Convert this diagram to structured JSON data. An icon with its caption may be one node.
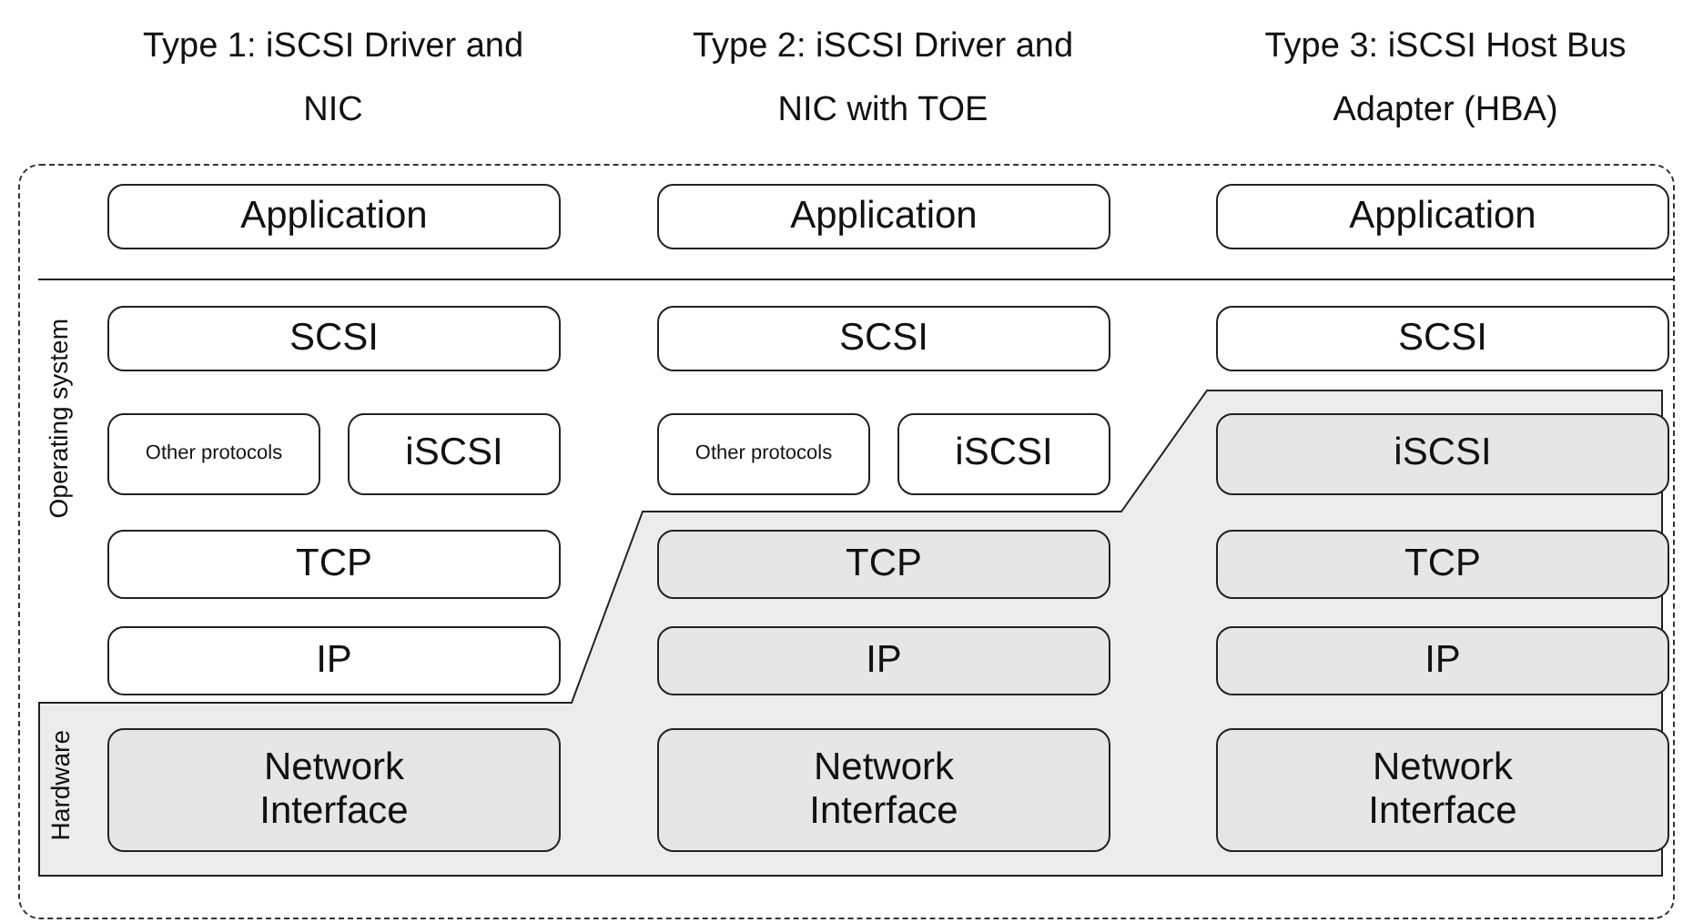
{
  "diagram": {
    "nodes": [
      {
        "text": [],
        "shape": "box"
      },
      {
        "text": [
          "Hardware"
        ],
        "in": 0
      },
      {
        "text": [
          "Application"
        ],
        "in": 0
      },
      {
        "text": [
          "Application"
        ],
        "in": 0
      },
      {
        "text": [
          "Application"
        ],
        "in": 0
      },
      {
        "text": [
          "SCSI"
        ],
        "in": 0
      },
      {
        "text": [
          "SCSI"
        ],
        "in": 0
      },
      {
        "text": [
          "SCSI"
        ],
        "in": 0
      },
      {
        "text": [
          "Other protocols"
        ],
        "in": 0
      },
      {
        "text": [
          "iSCSI"
        ],
        "in": 0
      },
      {
        "text": [
          "Other protocols"
        ],
        "in": 0
      },
      {
        "text": [
          "iSCSI"
        ],
        "in": 0
      },
      {
        "text": [
          "iSCSI"
        ],
        "in": 1
      },
      {
        "text": [
          "TCP"
        ],
        "in": 0
      },
      {
        "text": [
          "TCP"
        ],
        "in": 1
      },
      {
        "text": [
          "TCP"
        ],
        "in": 1
      },
      {
        "text": [
          "IP"
        ],
        "in": 0
      },
      {
        "text": [
          "IP"
        ],
        "in": 1
      },
      {
        "text": [
          "IP"
        ],
        "in": 1
      },
      {
        "text": [
          "Network Interface"
        ],
        "in": 1
      },
      {
        "text": [
          "Network Interface"
        ],
        "in": 1
      },
      {
        "text": [
          "Network Interface"
        ],
        "in": 1
      }
    ],
    "labels": [
      "Type 1: iSCSI Driver and NIC",
      "Type 2: iSCSI Driver and NIC with TOE",
      "Type 3: iSCSI Host Bus Adapter (HBA)",
      "Operating system"
    ]
  }
}
